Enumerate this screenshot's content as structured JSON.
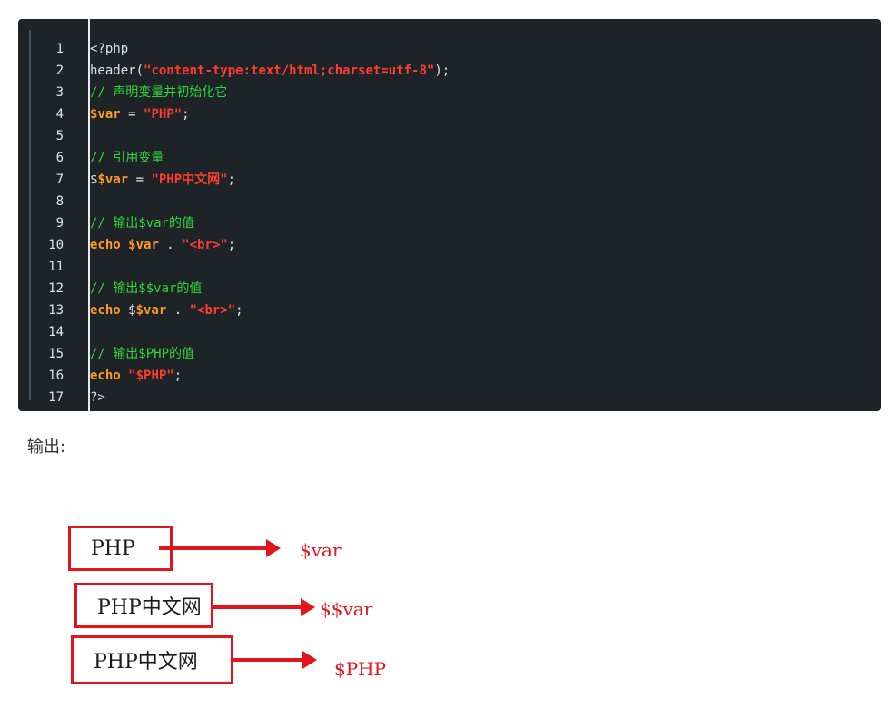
{
  "code": {
    "lines": [
      {
        "n": "1",
        "tokens": [
          {
            "t": "<?php",
            "c": "plain"
          }
        ]
      },
      {
        "n": "2",
        "tokens": [
          {
            "t": "header(",
            "c": "plain"
          },
          {
            "t": "\"content-type:text/html;charset=utf-8\"",
            "c": "str"
          },
          {
            "t": ");",
            "c": "plain"
          }
        ]
      },
      {
        "n": "3",
        "tokens": [
          {
            "t": "// 声明变量并初始化它",
            "c": "comment"
          }
        ]
      },
      {
        "n": "4",
        "tokens": [
          {
            "t": "$var",
            "c": "var"
          },
          {
            "t": " = ",
            "c": "plain"
          },
          {
            "t": "\"PHP\"",
            "c": "str"
          },
          {
            "t": ";",
            "c": "plain"
          }
        ]
      },
      {
        "n": "5",
        "tokens": []
      },
      {
        "n": "6",
        "tokens": [
          {
            "t": "// 引用变量",
            "c": "comment"
          }
        ]
      },
      {
        "n": "7",
        "tokens": [
          {
            "t": "$",
            "c": "plain"
          },
          {
            "t": "$var",
            "c": "var"
          },
          {
            "t": " = ",
            "c": "plain"
          },
          {
            "t": "\"PHP中文网\"",
            "c": "str"
          },
          {
            "t": ";",
            "c": "plain"
          }
        ]
      },
      {
        "n": "8",
        "tokens": []
      },
      {
        "n": "9",
        "tokens": [
          {
            "t": "// 输出$var的值",
            "c": "comment"
          }
        ]
      },
      {
        "n": "10",
        "tokens": [
          {
            "t": "echo",
            "c": "kw"
          },
          {
            "t": " ",
            "c": "plain"
          },
          {
            "t": "$var",
            "c": "var"
          },
          {
            "t": " . ",
            "c": "plain"
          },
          {
            "t": "\"<br>\"",
            "c": "str"
          },
          {
            "t": ";",
            "c": "plain"
          }
        ]
      },
      {
        "n": "11",
        "tokens": []
      },
      {
        "n": "12",
        "tokens": [
          {
            "t": "// 输出$$var的值",
            "c": "comment"
          }
        ]
      },
      {
        "n": "13",
        "tokens": [
          {
            "t": "echo",
            "c": "kw"
          },
          {
            "t": " $",
            "c": "plain"
          },
          {
            "t": "$var",
            "c": "var"
          },
          {
            "t": " . ",
            "c": "plain"
          },
          {
            "t": "\"<br>\"",
            "c": "str"
          },
          {
            "t": ";",
            "c": "plain"
          }
        ]
      },
      {
        "n": "14",
        "tokens": []
      },
      {
        "n": "15",
        "tokens": [
          {
            "t": "// 输出$PHP的值",
            "c": "comment"
          }
        ]
      },
      {
        "n": "16",
        "tokens": [
          {
            "t": "echo",
            "c": "kw"
          },
          {
            "t": " ",
            "c": "plain"
          },
          {
            "t": "\"$PHP\"",
            "c": "str"
          },
          {
            "t": ";",
            "c": "plain"
          }
        ]
      },
      {
        "n": "17",
        "tokens": [
          {
            "t": "?>",
            "c": "plain"
          }
        ]
      }
    ]
  },
  "output_label": "输出:",
  "output_image": {
    "results": [
      {
        "text": "PHP",
        "var": "$var"
      },
      {
        "text": "PHP中文网",
        "var": "$$var"
      },
      {
        "text": "PHP中文网",
        "var": "$PHP"
      }
    ]
  },
  "colors": {
    "code_bg": "#1d2327",
    "string": "#ff3c2e",
    "comment": "#33d63b",
    "keyword": "#ff9a24",
    "annotation_red": "#e3141b"
  }
}
